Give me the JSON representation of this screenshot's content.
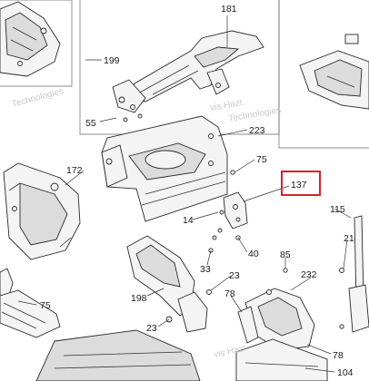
{
  "parts": [
    {
      "id": "part-181",
      "label": "181"
    },
    {
      "id": "part-199",
      "label": "199"
    },
    {
      "id": "part-55",
      "label": "55"
    },
    {
      "id": "part-223",
      "label": "223"
    },
    {
      "id": "part-75a",
      "label": "75"
    },
    {
      "id": "part-172",
      "label": "172"
    },
    {
      "id": "part-137",
      "label": "137"
    },
    {
      "id": "part-14",
      "label": "14"
    },
    {
      "id": "part-115",
      "label": "115"
    },
    {
      "id": "part-21",
      "label": "21"
    },
    {
      "id": "part-40",
      "label": "40"
    },
    {
      "id": "part-85",
      "label": "85"
    },
    {
      "id": "part-33",
      "label": "33"
    },
    {
      "id": "part-23a",
      "label": "23"
    },
    {
      "id": "part-232",
      "label": "232"
    },
    {
      "id": "part-198",
      "label": "198"
    },
    {
      "id": "part-78a",
      "label": "78"
    },
    {
      "id": "part-75b",
      "label": "75"
    },
    {
      "id": "part-23b",
      "label": "23"
    },
    {
      "id": "part-78b",
      "label": "78"
    },
    {
      "id": "part-104",
      "label": "104"
    }
  ],
  "highlight": {
    "label": "137",
    "color": "#d4232a"
  },
  "watermark": {
    "line1": "vis Hazt",
    "line2": "Technologies"
  }
}
